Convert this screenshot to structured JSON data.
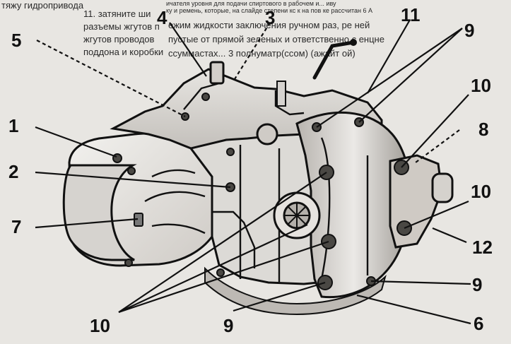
{
  "header_text": {
    "left_col": [
      "тяжу гидропривода",
      "11. затяните ши",
      "разъемы жгутов п",
      "жгутов проводов",
      "поддона и коробки"
    ],
    "right_top_1": "ичателя уровня для подачи спиртового в рабочем и... иву",
    "right_top_2": "ку и ремень, которые, на слайде степени кс к на пов ке рассчитан 6 А",
    "right_lines": [
      "ежим жидкости    заключения ручном раз, ре ней",
      "пустые от прямой     зеленых и ответственно с енцне",
      "ссуммастах... 3       полнуматр(ссом) (ажайт ой)"
    ]
  },
  "callouts": [
    {
      "id": "c1",
      "label": "1"
    },
    {
      "id": "c2",
      "label": "2"
    },
    {
      "id": "c3",
      "label": "3"
    },
    {
      "id": "c4",
      "label": "4"
    },
    {
      "id": "c5",
      "label": "5"
    },
    {
      "id": "c6",
      "label": "6"
    },
    {
      "id": "c7",
      "label": "7"
    },
    {
      "id": "c8",
      "label": "8"
    },
    {
      "id": "c9a",
      "label": "9"
    },
    {
      "id": "c9b",
      "label": "9"
    },
    {
      "id": "c9c",
      "label": "9"
    },
    {
      "id": "c10a",
      "label": "10"
    },
    {
      "id": "c10b",
      "label": "10"
    },
    {
      "id": "c10c",
      "label": "10"
    },
    {
      "id": "c11",
      "label": "11"
    },
    {
      "id": "c12",
      "label": "12"
    }
  ],
  "colors": {
    "background": "#e8e6e2",
    "line": "#111111",
    "metal_light": "#d9d7d3",
    "metal_mid": "#a9a6a1",
    "metal_dark": "#4a4844"
  }
}
